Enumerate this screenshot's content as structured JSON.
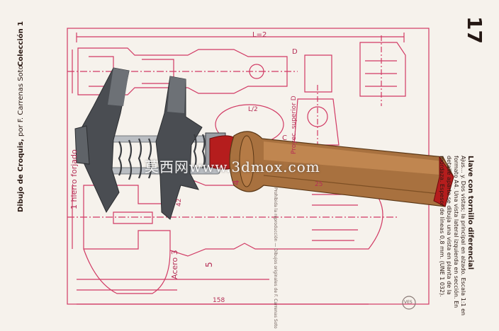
{
  "document": {
    "series": "Colección 1",
    "plate_number": "17",
    "author_prefix": "Dibujo de Croquis,",
    "author": "por F. Carrenas Soto",
    "caption_title": "Llave con tornillo diferencial",
    "caption_body": "Ajus... y. Dos vistas; la principal en alzado. Escala 1:1 en formato A4. Una vista lateral izquierda en sección. En detalle aparte se dibuja una vista en planta de la mordaza. Espesor de líneas 0,8 mm. (UNE 1 032).",
    "repro_note": "Prohibida la reproducción — Dibujos originales de F. Carrenas Soto",
    "stamp": "VES"
  },
  "drawing_labels": {
    "top_length": "L=2",
    "top_ref": "L/2",
    "proyec_label": "Proyec. superior D",
    "hierro_forjado": "1 hierro forjado",
    "acero": "Acero 3",
    "marca_4": "4",
    "marca_5": "5",
    "dim_158": "158",
    "dim_42": "42",
    "dim_25": "25",
    "section_c": "C",
    "section_d": "D"
  },
  "watermark": "莫西网www.3dmox.com",
  "colors": {
    "paper": "#f6f2ec",
    "ink_red": "#d13a64",
    "wood": "#a8713f",
    "handle_red": "#b51d1d",
    "metal_dark": "#4a4d52",
    "metal_light": "#a9adb2"
  }
}
